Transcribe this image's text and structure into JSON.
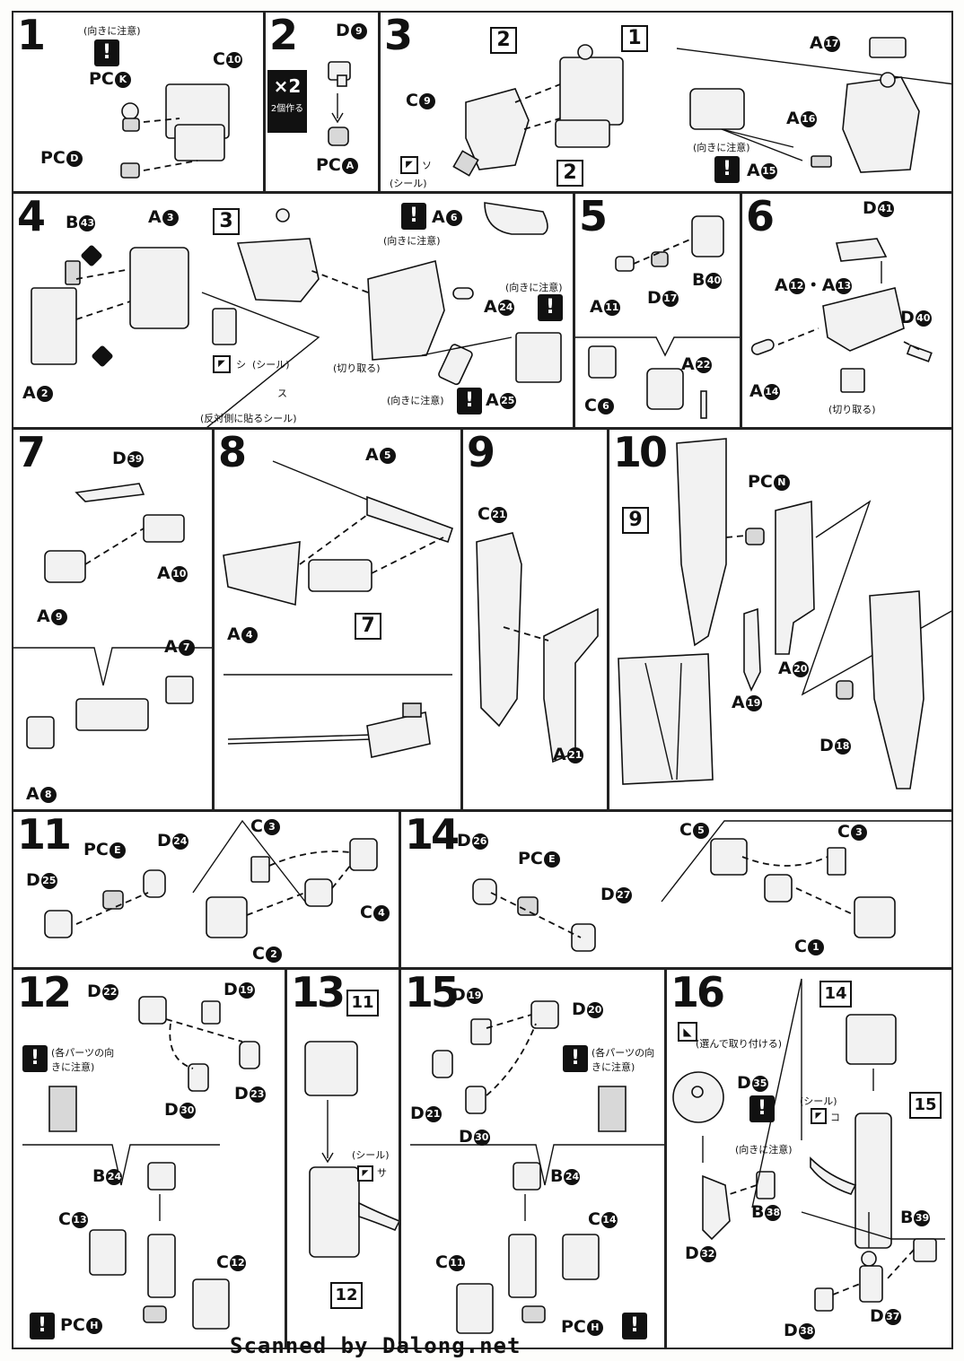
{
  "steps": {
    "s1": {
      "num": "1",
      "caution": "(向きに注意)",
      "labels": [
        "PC",
        "K",
        "C",
        "10",
        "PC",
        "D"
      ]
    },
    "s2": {
      "num": "2",
      "x2": "×2",
      "make_two": "2個作る",
      "labels": [
        "D",
        "9",
        "PC",
        "A"
      ]
    },
    "s3": {
      "num": "3",
      "caution": "(向きに注意)",
      "seal": "(シール)",
      "seal_mark": "ソ",
      "boxes": [
        "2",
        "1",
        "2"
      ],
      "labels": [
        "C",
        "9",
        "A",
        "17",
        "A",
        "16",
        "A",
        "15"
      ]
    },
    "s4": {
      "num": "4",
      "caution1": "(向きに注意)",
      "caution2": "(向きに注意)",
      "cut": "(切り取る)",
      "seal": "(シール)",
      "seal_mark": "シ",
      "seal_mark2": "ス",
      "opposite_seal": "(反対側に貼るシール)",
      "box": "3",
      "labels": [
        "B",
        "43",
        "A",
        "3",
        "A",
        "2",
        "A",
        "6",
        "A",
        "24",
        "A",
        "25"
      ]
    },
    "s5": {
      "num": "5",
      "labels": [
        "B",
        "40",
        "A",
        "11",
        "D",
        "17",
        "A",
        "22",
        "C",
        "6"
      ]
    },
    "s6": {
      "num": "6",
      "cut": "(切り取る)",
      "labels": [
        "D",
        "41",
        "A",
        "12",
        "A",
        "13",
        "D",
        "40",
        "A",
        "14"
      ]
    },
    "s7": {
      "num": "7",
      "labels": [
        "D",
        "39",
        "A",
        "10",
        "A",
        "9",
        "A",
        "7",
        "A",
        "8"
      ]
    },
    "s8": {
      "num": "8",
      "box": "7",
      "labels": [
        "A",
        "5",
        "A",
        "4"
      ]
    },
    "s9": {
      "num": "9",
      "labels": [
        "C",
        "21",
        "A",
        "21"
      ]
    },
    "s10": {
      "num": "10",
      "box": "9",
      "labels": [
        "PC",
        "N",
        "A",
        "20",
        "A",
        "19",
        "D",
        "18"
      ]
    },
    "s11": {
      "num": "11",
      "labels": [
        "PC",
        "E",
        "D",
        "24",
        "C",
        "3",
        "D",
        "25",
        "C",
        "4",
        "C",
        "2"
      ]
    },
    "s14": {
      "num": "14",
      "labels": [
        "D",
        "26",
        "PC",
        "E",
        "D",
        "27",
        "C",
        "5",
        "C",
        "3",
        "C",
        "1"
      ]
    },
    "s12": {
      "num": "12",
      "caution": "(各パーツの向きに注意)",
      "labels": [
        "D",
        "22",
        "D",
        "19",
        "D",
        "23",
        "D",
        "30",
        "B",
        "24",
        "C",
        "13",
        "C",
        "12",
        "PC",
        "H"
      ]
    },
    "s13": {
      "num": "13",
      "seal": "(シール)",
      "seal_mark": "サ",
      "boxes": [
        "11",
        "12"
      ]
    },
    "s15": {
      "num": "15",
      "caution": "(各パーツの向きに注意)",
      "labels": [
        "D",
        "19",
        "D",
        "20",
        "D",
        "21",
        "D",
        "30",
        "B",
        "24",
        "C",
        "14",
        "C",
        "11",
        "PC",
        "H"
      ]
    },
    "s16": {
      "num": "16",
      "choose": "(選んで取り付ける)",
      "caution": "(向きに注意)",
      "seal": "(シール)",
      "seal_mark": "コ",
      "boxes": [
        "14",
        "15"
      ],
      "labels": [
        "D",
        "35",
        "B",
        "38",
        "D",
        "32",
        "B",
        "39",
        "D",
        "37",
        "D",
        "38"
      ]
    }
  },
  "footer": "Scanned by Dalong.net"
}
